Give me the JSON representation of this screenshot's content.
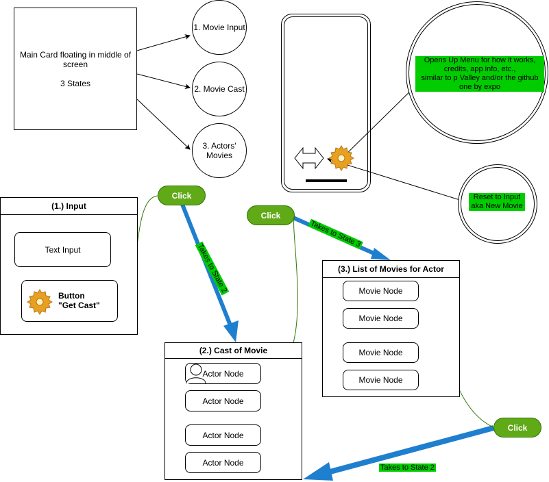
{
  "main_card": {
    "line1": "Main Card floating in middle of",
    "line2": "screen",
    "line3": "3 States"
  },
  "states": {
    "s1": "1. Movie Input",
    "s2": "2. Movie Cast",
    "s3_line1": "3. Actors'",
    "s3_line2": "Movies"
  },
  "callouts": {
    "menu_lines": [
      "Opens Up Menu for how it works,",
      "credits, app info, etc.,",
      "similar to p Valley and/or the github",
      "one by expo"
    ],
    "reset_lines": [
      "Reset to Input",
      "aka New Movie"
    ]
  },
  "input_panel": {
    "title": "(1.) Input",
    "text_input": "Text Input",
    "button_line1": "Button",
    "button_line2": "\"Get Cast\""
  },
  "cast_panel": {
    "title": "(2.) Cast of Movie",
    "nodes": [
      "Actor Node",
      "Actor Node",
      "Actor Node",
      "Actor Node"
    ]
  },
  "movies_panel": {
    "title": "(3.) List of Movies for Actor",
    "nodes": [
      "Movie Node",
      "Movie Node",
      "Movie Node",
      "Movie Node"
    ]
  },
  "clicks": {
    "c1": "Click",
    "c2": "Click",
    "c3": "Click"
  },
  "edge_labels": {
    "to_state2_a": "Takes to State 2",
    "to_state3": "Takes to State 3",
    "to_state2_b": "Takes to State 2"
  },
  "colors": {
    "arrow_blue": "#1f7fcf",
    "click_green": "#60a917",
    "label_green": "#00cc00",
    "connector_green": "#2d7600"
  }
}
